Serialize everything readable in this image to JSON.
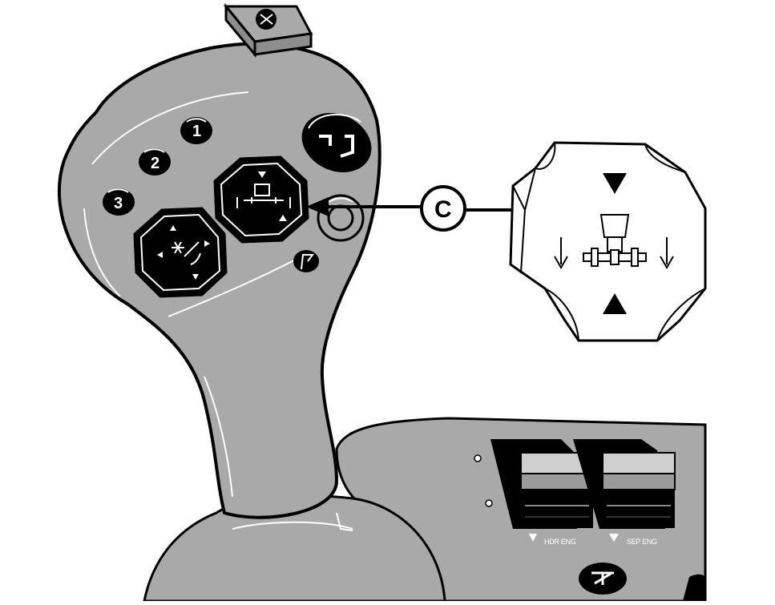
{
  "diagram": {
    "callout": {
      "label": "C"
    },
    "handle_buttons": [
      {
        "id": "button-1",
        "label": "1"
      },
      {
        "id": "button-2",
        "label": "2"
      },
      {
        "id": "button-3",
        "label": "3"
      }
    ],
    "console": {
      "switches": [
        {
          "id": "hdr-eng",
          "label": "HDR ENG"
        },
        {
          "id": "sep-eng",
          "label": "SEP ENG"
        }
      ]
    },
    "colors": {
      "handle_fill": "#a9a9a9",
      "outline": "#000000",
      "button_fill": "#000000",
      "highlight": "#ffffff",
      "background": "#ffffff"
    }
  }
}
